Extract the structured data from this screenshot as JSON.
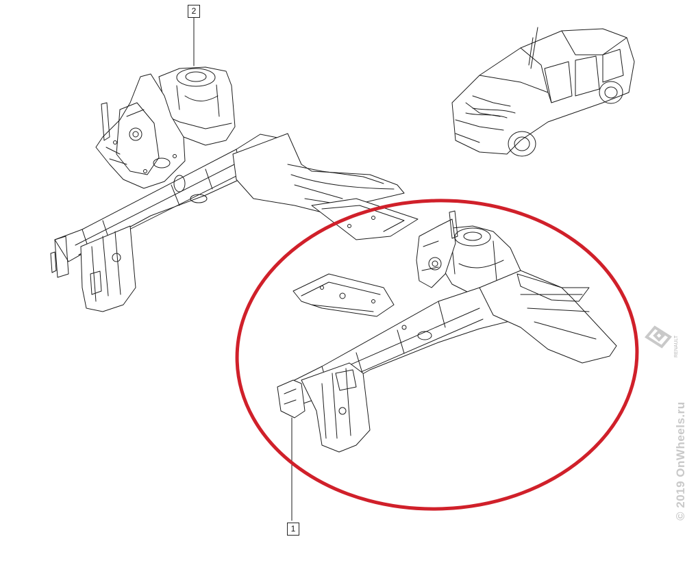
{
  "callouts": [
    {
      "id": "callout-2",
      "label": "2"
    },
    {
      "id": "callout-1",
      "label": "1"
    }
  ],
  "watermark": {
    "text": "© 2019 OnWheels.ru",
    "brand_text": "RENAULT"
  },
  "colors": {
    "line": "#1a1a1a",
    "highlight_ellipse": "#d0202a",
    "watermark": "#c9c9c9"
  }
}
